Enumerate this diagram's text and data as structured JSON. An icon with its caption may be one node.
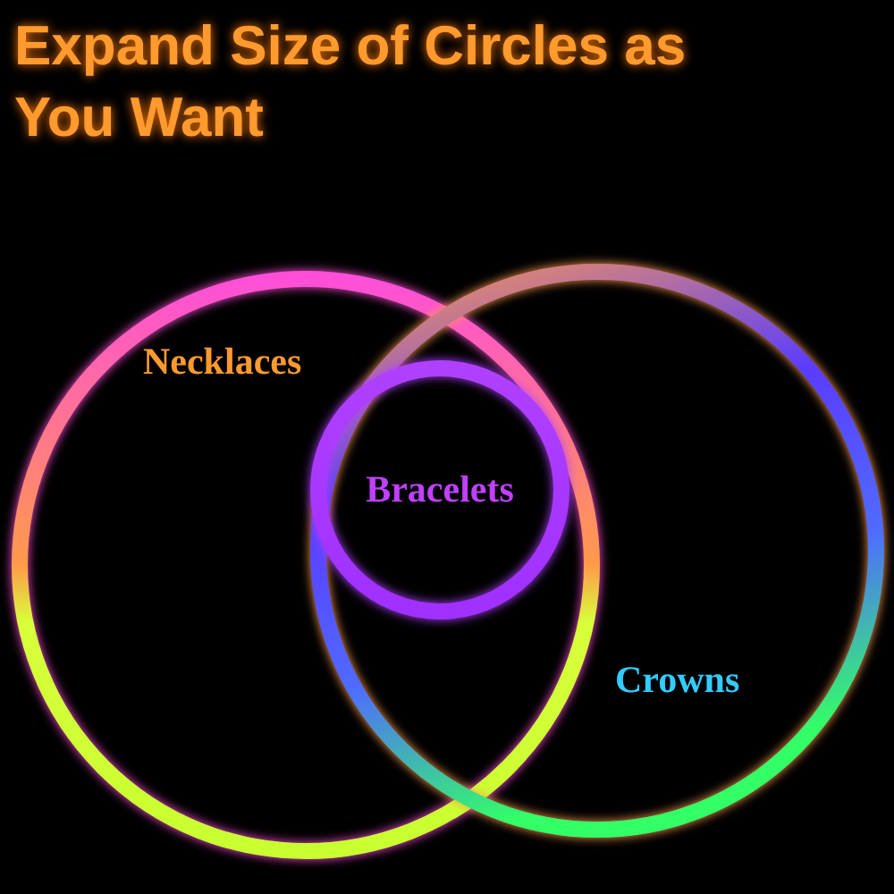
{
  "diagram": {
    "title": "Expand Size of Circles as You Want",
    "nodes": [
      {
        "text": [
          "Necklaces"
        ]
      },
      {
        "text": [
          "Crowns"
        ]
      },
      {
        "text": [
          "Bracelets"
        ]
      }
    ]
  }
}
